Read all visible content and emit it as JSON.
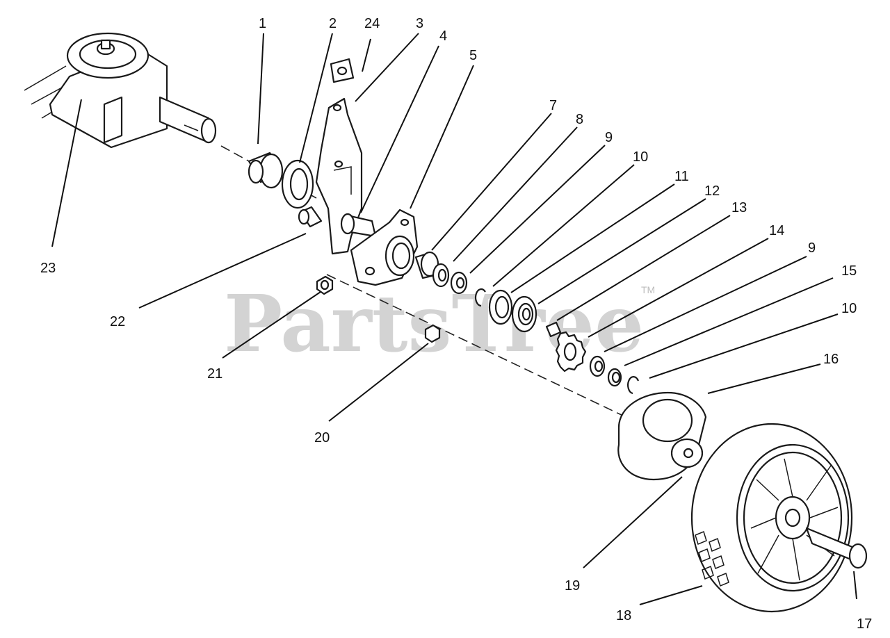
{
  "watermark": {
    "text": "PartsTree",
    "trademark": "TM"
  },
  "callouts": [
    "1",
    "2",
    "24",
    "3",
    "4",
    "5",
    "7",
    "8",
    "9",
    "10",
    "11",
    "12",
    "13",
    "14",
    "9",
    "15",
    "10",
    "16",
    "23",
    "22",
    "21",
    "20",
    "19",
    "18",
    "17"
  ]
}
